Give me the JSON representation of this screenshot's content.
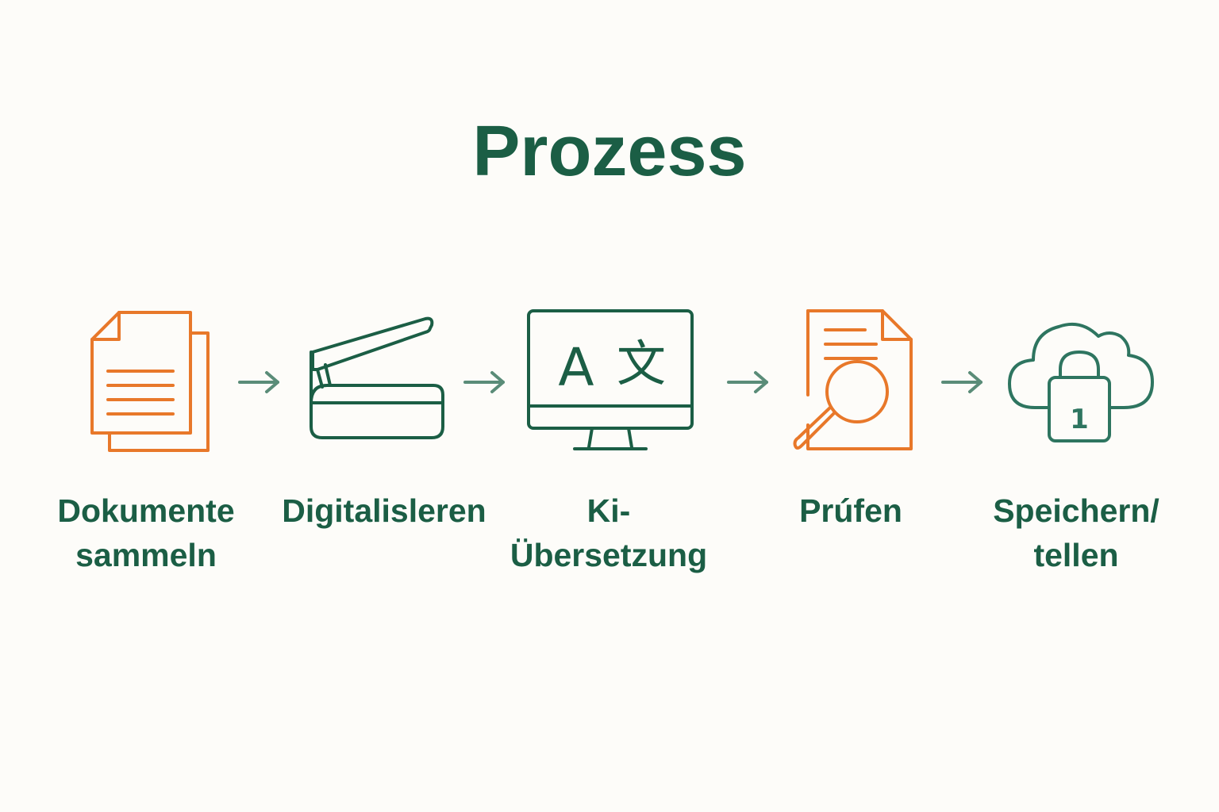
{
  "title": "Prozess",
  "colors": {
    "green": "#1b5e45",
    "orange": "#e8782a",
    "arrow": "#5a8c78",
    "background": "#fdfcf9"
  },
  "steps": [
    {
      "icon": "documents-icon",
      "color": "orange",
      "label_lines": [
        "Dokumente",
        "sammeln"
      ]
    },
    {
      "icon": "scanner-icon",
      "color": "green",
      "label_lines": [
        "Digitalisleren"
      ]
    },
    {
      "icon": "monitor-translate-icon",
      "color": "green",
      "label_lines": [
        "Ki-",
        "Übersetzung"
      ]
    },
    {
      "icon": "document-search-icon",
      "color": "orange",
      "label_lines": [
        "Prúfen"
      ]
    },
    {
      "icon": "cloud-lock-icon",
      "color": "green",
      "label_lines": [
        "Speichern/",
        "tellen"
      ]
    }
  ],
  "icon_text": {
    "monitor_latin": "A",
    "monitor_cjk": "文",
    "lock_digit": "1"
  }
}
